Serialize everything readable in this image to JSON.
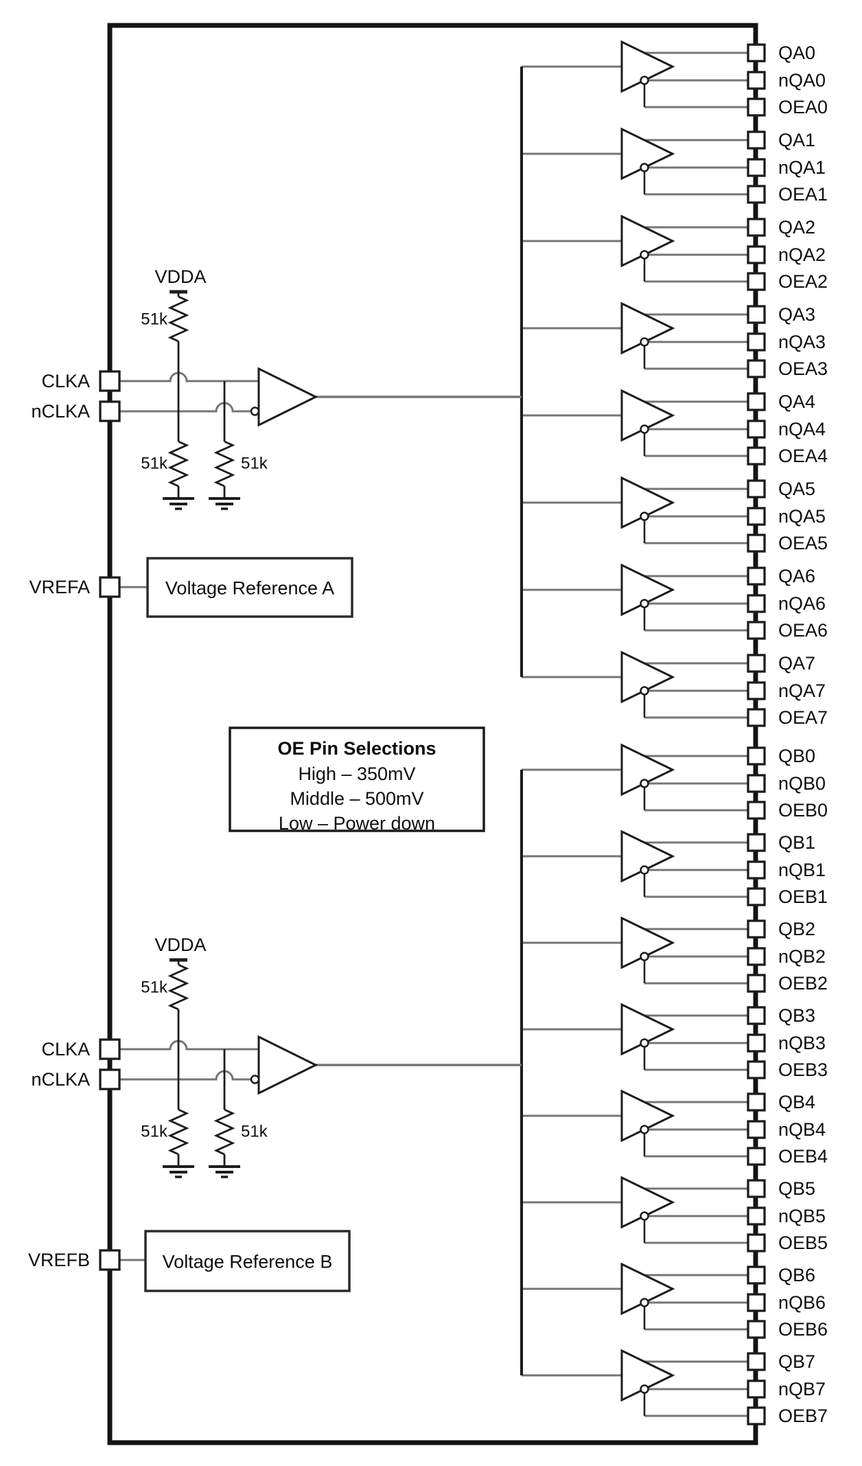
{
  "diagram": {
    "background": "#ffffff",
    "colors": {
      "wire": "#757575",
      "dark": "#1c1c1c",
      "text": "#0e0e0e",
      "fill": "#ffffff"
    },
    "left_pins": [
      {
        "label": "CLKA"
      },
      {
        "label": "nCLKA"
      },
      {
        "label": "VREFA"
      },
      {
        "label": "CLKA"
      },
      {
        "label": "nCLKA"
      },
      {
        "label": "VREFB"
      }
    ],
    "stages": [
      {
        "vdda": "VDDA",
        "pullup": "51k",
        "pulldown_left": "51k",
        "pulldown_right": "51k"
      },
      {
        "vdda": "VDDA",
        "pullup": "51k",
        "pulldown_left": "51k",
        "pulldown_right": "51k"
      }
    ],
    "ref_boxes": [
      {
        "label": "Voltage Reference A"
      },
      {
        "label": "Voltage Reference B"
      }
    ],
    "oe_box": {
      "title": "OE Pin Selections",
      "lines": [
        "High – 350mV",
        "Middle – 500mV",
        "Low – Power down"
      ]
    },
    "banks": [
      {
        "name": "A",
        "buffers": [
          {
            "q": "QA0",
            "nq": "nQA0",
            "oe": "OEA0"
          },
          {
            "q": "QA1",
            "nq": "nQA1",
            "oe": "OEA1"
          },
          {
            "q": "QA2",
            "nq": "nQA2",
            "oe": "OEA2"
          },
          {
            "q": "QA3",
            "nq": "nQA3",
            "oe": "OEA3"
          },
          {
            "q": "QA4",
            "nq": "nQA4",
            "oe": "OEA4"
          },
          {
            "q": "QA5",
            "nq": "nQA5",
            "oe": "OEA5"
          },
          {
            "q": "QA6",
            "nq": "nQA6",
            "oe": "OEA6"
          },
          {
            "q": "QA7",
            "nq": "nQA7",
            "oe": "OEA7"
          }
        ]
      },
      {
        "name": "B",
        "buffers": [
          {
            "q": "QB0",
            "nq": "nQB0",
            "oe": "OEB0"
          },
          {
            "q": "QB1",
            "nq": "nQB1",
            "oe": "OEB1"
          },
          {
            "q": "QB2",
            "nq": "nQB2",
            "oe": "OEB2"
          },
          {
            "q": "QB3",
            "nq": "nQB3",
            "oe": "OEB3"
          },
          {
            "q": "QB4",
            "nq": "nQB4",
            "oe": "OEB4"
          },
          {
            "q": "QB5",
            "nq": "nQB5",
            "oe": "OEB5"
          },
          {
            "q": "QB6",
            "nq": "nQB6",
            "oe": "OEB6"
          },
          {
            "q": "QB7",
            "nq": "nQB7",
            "oe": "OEB7"
          }
        ]
      }
    ]
  }
}
